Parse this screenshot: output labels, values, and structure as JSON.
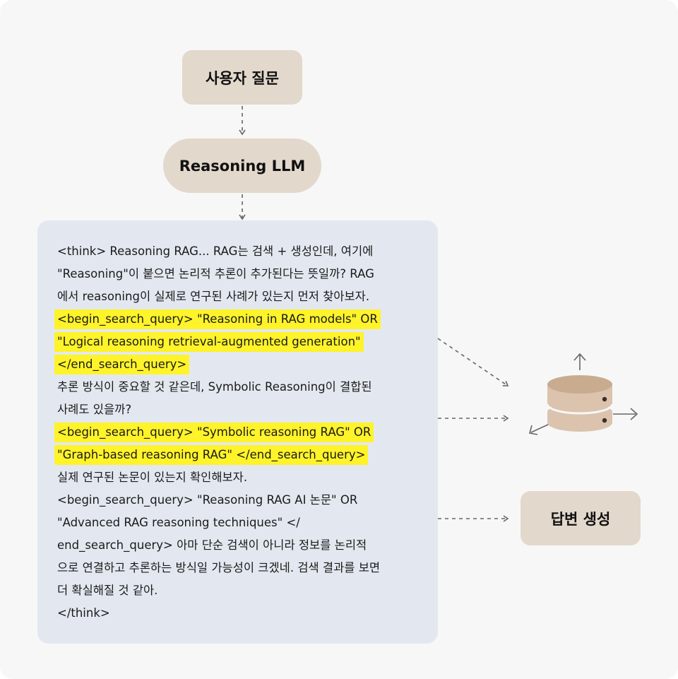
{
  "diagram": {
    "nodes": {
      "question": "사용자 질문",
      "llm": "Reasoning LLM",
      "answer": "답변 생성"
    },
    "think_lines": [
      {
        "text": "<think> Reasoning RAG... RAG는 검색 + 생성인데, 여기에",
        "highlight": false
      },
      {
        "text": "\"Reasoning\"이 붙으면 논리적 추론이 추가된다는 뜻일까?   RAG",
        "highlight": false
      },
      {
        "text": "에서 reasoning이 실제로 연구된 사례가 있는지 먼저 찾아보자.",
        "highlight": false
      },
      {
        "text": "<begin_search_query> \"Reasoning in RAG models\" OR",
        "highlight": true
      },
      {
        "text": "\"Logical reasoning retrieval-augmented generation\"",
        "highlight": true
      },
      {
        "text": "</end_search_query>",
        "highlight": true
      },
      {
        "text": "추론 방식이 중요할 것 같은데, Symbolic Reasoning이 결합된",
        "highlight": false
      },
      {
        "text": "사례도 있을까?",
        "highlight": false
      },
      {
        "text": "<begin_search_query> \"Symbolic reasoning RAG\" OR",
        "highlight": true
      },
      {
        "text": "\"Graph-based reasoning RAG\" </end_search_query>",
        "highlight": true
      },
      {
        "text": "실제 연구된 논문이 있는지 확인해보자.",
        "highlight": false
      },
      {
        "text": "<begin_search_query> \"Reasoning RAG AI 논문\" OR",
        "highlight": false
      },
      {
        "text": "\"Advanced RAG reasoning techniques\" </",
        "highlight": false
      },
      {
        "text": "end_search_query>    아마 단순 검색이 아니라 정보를 논리적",
        "highlight": false
      },
      {
        "text": "으로 연결하고 추론하는 방식일 가능성이 크겠네. 검색 결과를 보면",
        "highlight": false
      },
      {
        "text": "더 확실해질 것 같아.",
        "highlight": false
      },
      {
        "text": "</think>",
        "highlight": false
      }
    ],
    "colors": {
      "background": "#f7f7f7",
      "node_fill": "#e2d8cc",
      "panel_fill": "#e3e8f0",
      "highlight": "#fff32a",
      "db_top": "#c9ab8f",
      "db_body": "#dbc3ad",
      "arrow": "#666666"
    },
    "icons": [
      "database-icon"
    ]
  }
}
